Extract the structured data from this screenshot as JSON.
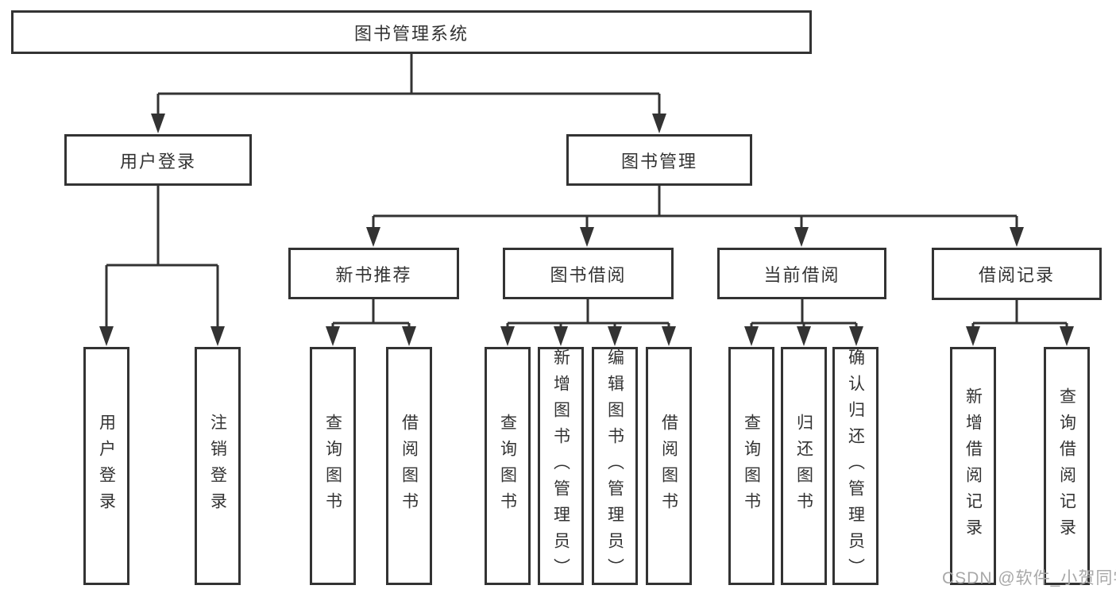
{
  "diagram_title": "图书管理系统",
  "colors": {
    "line": "#333333",
    "box_border": "#333333",
    "text": "#333333",
    "background": "#ffffff",
    "watermark": "#a8a8a8"
  },
  "watermark": {
    "text": "CSDN @软件_小贺同学"
  },
  "tree": {
    "label": "图书管理系统",
    "children": [
      {
        "label": "用户登录",
        "children": [
          {
            "label": "用户登录"
          },
          {
            "label": "注销登录"
          }
        ]
      },
      {
        "label": "图书管理",
        "children": [
          {
            "label": "新书推荐",
            "children": [
              {
                "label": "查询图书"
              },
              {
                "label": "借阅图书"
              }
            ]
          },
          {
            "label": "图书借阅",
            "children": [
              {
                "label": "查询图书"
              },
              {
                "label": "新增图书（管理员）"
              },
              {
                "label": "编辑图书（管理员）"
              },
              {
                "label": "借阅图书"
              }
            ]
          },
          {
            "label": "当前借阅",
            "children": [
              {
                "label": "查询图书"
              },
              {
                "label": "归还图书"
              },
              {
                "label": "确认归还（管理员）"
              }
            ]
          },
          {
            "label": "借阅记录",
            "children": [
              {
                "label": "新增借阅记录"
              },
              {
                "label": "查询借阅记录"
              }
            ]
          }
        ]
      }
    ]
  }
}
